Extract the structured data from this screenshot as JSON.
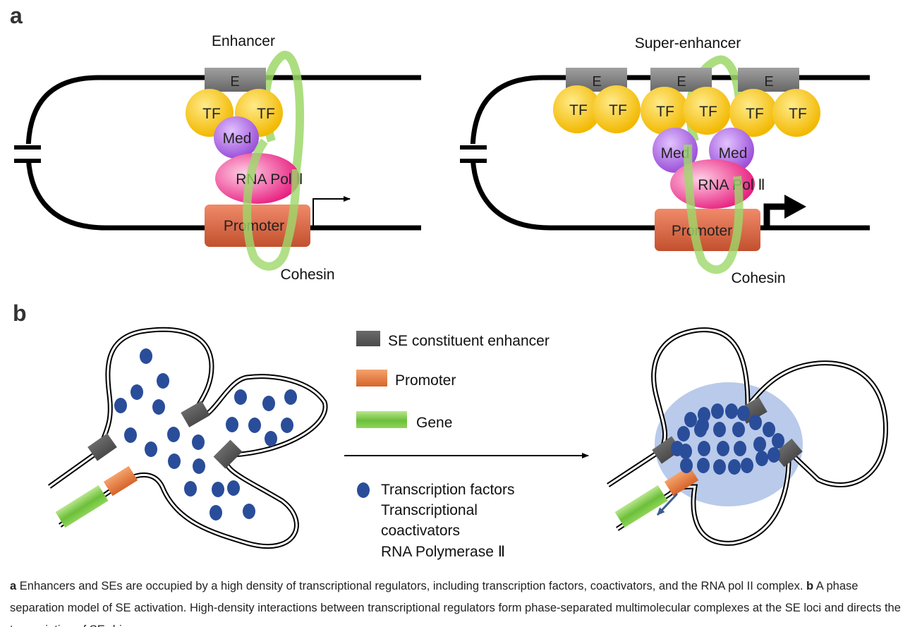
{
  "panels": {
    "a": {
      "label": "a",
      "left": {
        "title": "Enhancer",
        "enhancer_box": "E",
        "tf": [
          "TF",
          "TF"
        ],
        "med": "Med",
        "rna_pol": "RNA Pol Ⅱ",
        "promoter": "Promoter",
        "cohesin": "Cohesin"
      },
      "right": {
        "title": "Super-enhancer",
        "enhancer_boxes": [
          "E",
          "E",
          "E"
        ],
        "tf": [
          "TF",
          "TF",
          "TF",
          "TF",
          "TF",
          "TF"
        ],
        "med": [
          "Med",
          "Med"
        ],
        "rna_pol": "RNA Pol Ⅱ",
        "promoter": "Promoter",
        "cohesin": "Cohesin"
      }
    },
    "b": {
      "label": "b",
      "legend": {
        "enhancer": "SE constituent enhancer",
        "promoter": "Promoter",
        "gene": "Gene",
        "factors": [
          "Transcription factors",
          "Transcriptional",
          "coactivators",
          "RNA Polymerase Ⅱ"
        ]
      }
    }
  },
  "colors": {
    "tf": "#f5c518",
    "med": "#a35ce0",
    "rna_pol": "#e8207a",
    "promoter": "#d9603e",
    "cohesin": "#8fd14f",
    "enhancer_box": "#7f7f7f",
    "dot": "#2a4d9a",
    "condensate": "#a8bde6",
    "gene": "#7cc242"
  },
  "caption": {
    "a_label": "a",
    "a_text": " Enhancers and SEs are occupied by a high density of transcriptional regulators, including transcription factors, coactivators, and the RNA pol II complex. ",
    "b_label": "b",
    "b_text": " A phase separation model of SE activation. High-density interactions between transcriptional regulators form phase-separated multimolecular complexes at the SE loci and directs the transcription of SE-driven genes."
  }
}
